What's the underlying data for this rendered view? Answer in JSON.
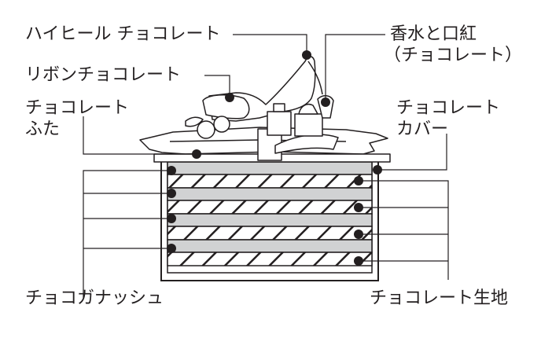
{
  "labels": {
    "high_heel": "ハイヒール チョコレート",
    "ribbon": "リボンチョコレート",
    "perfume_lipstick_line1": "香水と口紅",
    "perfume_lipstick_line2": "（チョコレート）",
    "lid_line1": "チョコレート",
    "lid_line2": "ふた",
    "cover_line1": "チョコレート",
    "cover_line2": "カバー",
    "ganache": "チョコガナッシュ",
    "sponge": "チョコレート生地"
  },
  "colors": {
    "ink": "#231f20",
    "layer_fill": "#d1d2d3",
    "paper": "#ffffff"
  }
}
